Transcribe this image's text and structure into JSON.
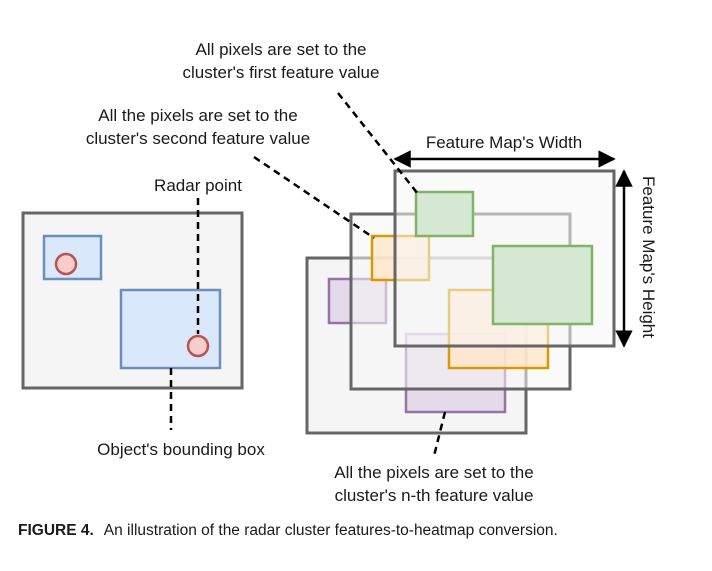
{
  "annotations": {
    "first_feature": [
      "All pixels are set to the",
      "cluster's first feature value"
    ],
    "second_feature": [
      "All the pixels are set to the",
      "cluster's second feature value"
    ],
    "radar_point": "Radar point",
    "bounding_box": "Object's bounding box",
    "nth_feature": [
      "All the pixels are set to the",
      "cluster's n-th feature value"
    ],
    "width_label": "Feature Map's Width",
    "height_label": "Feature Map's Height"
  },
  "caption": {
    "label": "FIGURE 4.",
    "text": "An illustration of the radar cluster features-to-heatmap conversion."
  },
  "colors": {
    "frame_stroke": "#666666",
    "frame_fill": "#f5f5f5",
    "box_blue_stroke": "#6c8ebf",
    "box_blue_fill": "#dae8fc",
    "point_stroke": "#b85450",
    "point_fill": "#f8cecc",
    "green_stroke": "#82b366",
    "green_fill": "#d5e8d4",
    "orange_stroke": "#d79b00",
    "orange_fill": "#ffe6cc",
    "purple_stroke": "#9673a6",
    "purple_fill": "#e1d5e7"
  }
}
